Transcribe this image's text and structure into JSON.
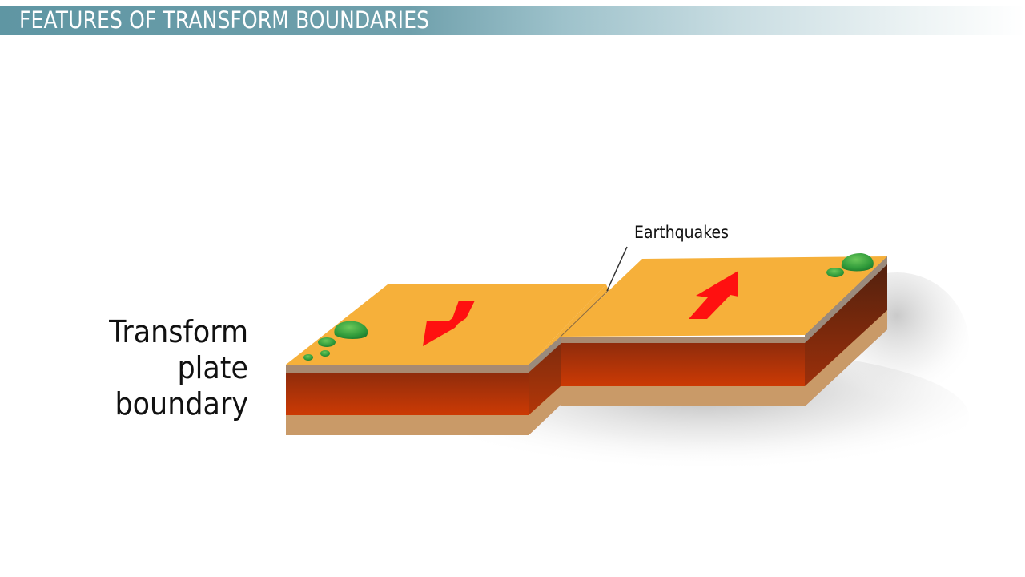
{
  "header": {
    "title": "FEATURES OF TRANSFORM BOUNDARIES",
    "gradient_start": "#5f96a3",
    "gradient_end": "#ffffff"
  },
  "diagram": {
    "main_label_lines": [
      "Transform",
      "plate",
      "boundary"
    ],
    "callout_label": "Earthquakes",
    "plates": [
      {
        "name": "left-plate",
        "motion": "down-left",
        "arrow_icon": "arrow-down-left-icon"
      },
      {
        "name": "right-plate",
        "motion": "up-right",
        "arrow_icon": "arrow-up-right-icon"
      }
    ],
    "colors": {
      "surface": "#f6b03a",
      "crust_band": "#a88a72",
      "mantle_top": "#8f2c0c",
      "mantle_bottom": "#cc3a04",
      "side_dark": "#5a2410",
      "base": "#c99a68",
      "arrow": "#ff1010",
      "vegetation": "#3aa83a"
    }
  }
}
